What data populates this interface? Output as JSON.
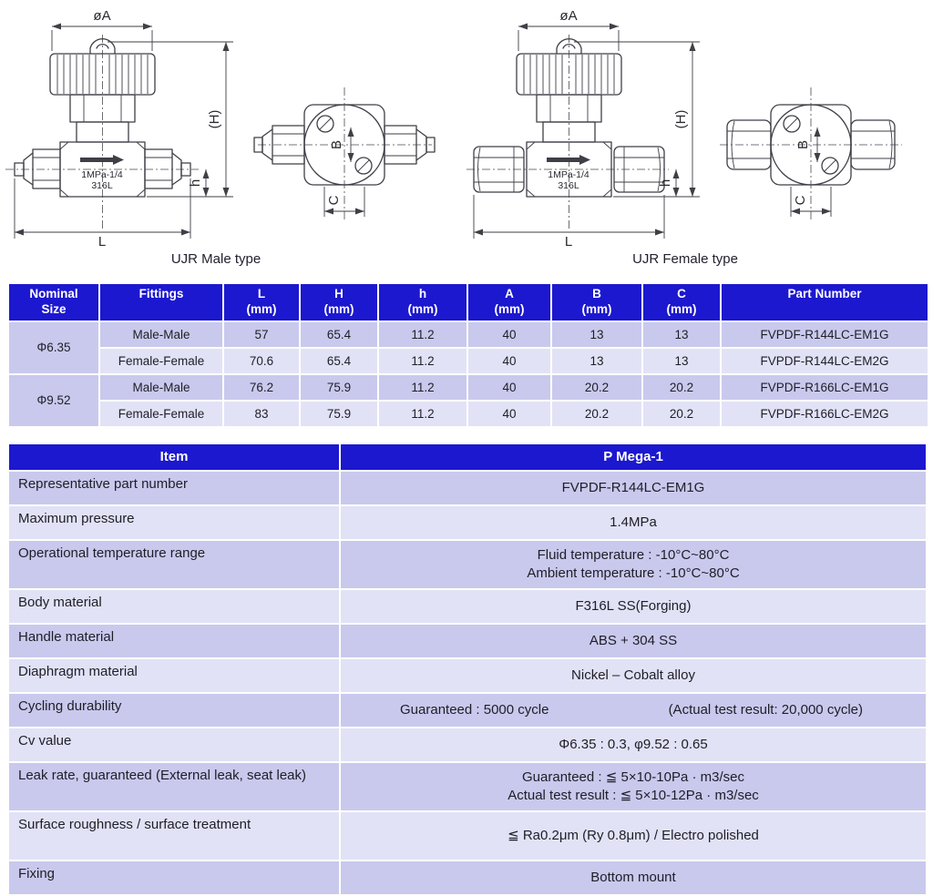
{
  "colors": {
    "header_blue": "#1c18cf",
    "row_dark": "#c9c9ed",
    "row_light": "#e2e2f6",
    "drawing_line": "#3f3f46"
  },
  "diagrams": {
    "male_caption": "UJR Male type",
    "female_caption": "UJR Female type",
    "labels": {
      "dia_a": "øA",
      "cap_h": "(H)",
      "small_h": "h",
      "len_l": "L",
      "b": "B",
      "c": "C",
      "body_mark_1": "1MPa-1/4",
      "body_mark_2": "316L"
    }
  },
  "dimension_table": {
    "headers": [
      {
        "l1": "Nominal",
        "l2": "Size"
      },
      {
        "l1": "Fittings",
        "l2": ""
      },
      {
        "l1": "L",
        "l2": "(mm)"
      },
      {
        "l1": "H",
        "l2": "(mm)"
      },
      {
        "l1": "h",
        "l2": "(mm)"
      },
      {
        "l1": "A",
        "l2": "(mm)"
      },
      {
        "l1": "B",
        "l2": "(mm)"
      },
      {
        "l1": "C",
        "l2": "(mm)"
      },
      {
        "l1": "Part Number",
        "l2": ""
      }
    ],
    "rows": [
      {
        "size": "Φ6.35",
        "fitting": "Male-Male",
        "L": "57",
        "H": "65.4",
        "h": "11.2",
        "A": "40",
        "B": "13",
        "C": "13",
        "part": "FVPDF-R144LC-EM1G"
      },
      {
        "size": "",
        "fitting": "Female-Female",
        "L": "70.6",
        "H": "65.4",
        "h": "11.2",
        "A": "40",
        "B": "13",
        "C": "13",
        "part": "FVPDF-R144LC-EM2G"
      },
      {
        "size": "Φ9.52",
        "fitting": "Male-Male",
        "L": "76.2",
        "H": "75.9",
        "h": "11.2",
        "A": "40",
        "B": "20.2",
        "C": "20.2",
        "part": "FVPDF-R166LC-EM1G"
      },
      {
        "size": "",
        "fitting": "Female-Female",
        "L": "83",
        "H": "75.9",
        "h": "11.2",
        "A": "40",
        "B": "20.2",
        "C": "20.2",
        "part": "FVPDF-R166LC-EM2G"
      }
    ]
  },
  "spec_table": {
    "item_header": "Item",
    "value_header": "P Mega-1",
    "rows": [
      {
        "item": "Representative part number",
        "line1": "FVPDF-R144LC-EM1G"
      },
      {
        "item": "Maximum pressure",
        "line1": "1.4MPa"
      },
      {
        "item": "Operational temperature range",
        "line1": "Fluid temperature :  -10°C~80°C",
        "line2": "Ambient temperature : -10°C~80°C"
      },
      {
        "item": "Body material",
        "line1": "F316L SS(Forging)"
      },
      {
        "item": "Handle material",
        "line1": "ABS + 304 SS"
      },
      {
        "item": "Diaphragm material",
        "line1": "Nickel – Cobalt alloy"
      },
      {
        "item": "Cycling durability",
        "left": "Guaranteed :  5000 cycle",
        "right": "(Actual test result: 20,000 cycle)"
      },
      {
        "item": "Cv value",
        "line1": "Φ6.35 :  0.3,  φ9.52 :  0.65"
      },
      {
        "item": "Leak rate, guaranteed (External leak, seat leak)",
        "line1": "Guaranteed : ≦ 5×10-10Pa ·  m3/sec",
        "line2": "Actual test result : ≦ 5×10-12Pa · m3/sec"
      },
      {
        "item": "Surface roughness /  surface treatment",
        "line1": "≦ Ra0.2μm (Ry 0.8μm) /  Electro polished"
      },
      {
        "item": "Fixing",
        "line1": "Bottom mount"
      }
    ]
  }
}
